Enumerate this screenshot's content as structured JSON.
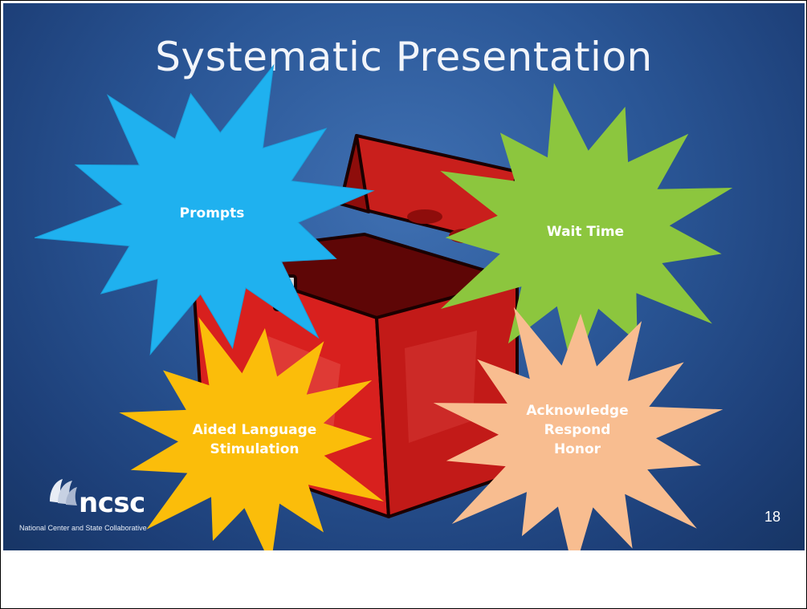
{
  "slide": {
    "title": "Systematic Presentation",
    "page_number": "18"
  },
  "bursts": [
    {
      "id": "prompts",
      "label": "Prompts",
      "color": "#1fb1ef"
    },
    {
      "id": "wait-time",
      "label": "Wait Time",
      "color": "#8cc63e"
    },
    {
      "id": "aided-language",
      "line1": "Aided Language",
      "line2": "Stimulation",
      "color": "#fbbd0a"
    },
    {
      "id": "acknowledge",
      "line1": "Acknowledge",
      "line2": "Respond",
      "line3": "Honor",
      "color": "#f8bd90"
    }
  ],
  "logo": {
    "name": "ncsc",
    "tagline": "National Center and State Collaborative"
  },
  "colors": {
    "background": "#2a5696",
    "toolbox_red": "#d8201e"
  }
}
